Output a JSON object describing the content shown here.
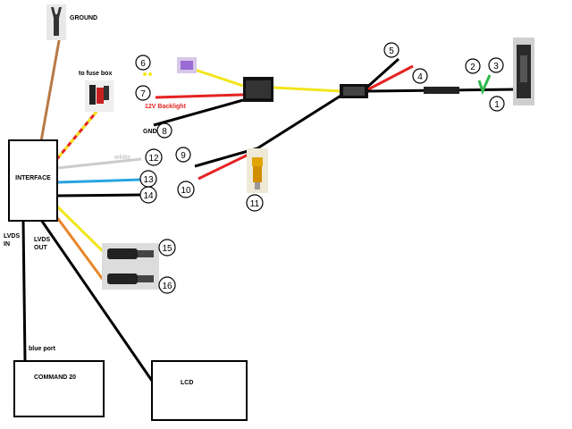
{
  "labels": {
    "ground": "GROUND",
    "to_fuse_box": "to fuse box",
    "backlight": "12V Backlight",
    "gnd": "GND",
    "white": "white",
    "lvds_in_1": "LVDS",
    "lvds_in_2": "IN",
    "lvds_out_1": "LVDS",
    "lvds_out_2": "OUT",
    "blue_port": "blue port"
  },
  "boxes": {
    "interface": "INTERFACE",
    "command": "COMMAND 20",
    "lcd": "LCD"
  },
  "callouts": [
    "1",
    "2",
    "3",
    "4",
    "5",
    "6",
    "7",
    "8",
    "9",
    "10",
    "11",
    "12",
    "13",
    "14",
    "15",
    "16"
  ],
  "colors": {
    "wire_black": "#000000",
    "wire_red": "#e52222",
    "wire_yellow": "#f2e51c",
    "wire_white": "#cccccc",
    "wire_blue": "#29a3e0",
    "wire_brown": "#b87a45",
    "wire_orange": "#e8862a",
    "wire_green": "#2fb84a",
    "backlight_text": "#e52222"
  },
  "icons": [
    "ground-tool-icon",
    "fuse-tap-icon",
    "blade-fuse-icon",
    "splice-connector-icon",
    "inline-connector-icon",
    "rca-connector-icon",
    "camera-plug-icon",
    "video-connector-icon"
  ]
}
